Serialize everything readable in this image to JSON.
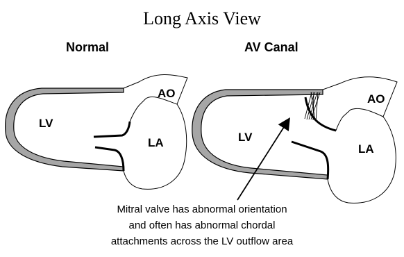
{
  "title": "Long Axis View",
  "normal": {
    "heading": "Normal",
    "labels": {
      "lv": "LV",
      "la": "LA",
      "ao": "AO"
    }
  },
  "av_canal": {
    "heading": "AV Canal",
    "labels": {
      "lv": "LV",
      "la": "LA",
      "ao": "AO"
    }
  },
  "caption": {
    "line1": "Mitral valve has abnormal orientation",
    "line2": "and often has abnormal chordal",
    "line3": "attachments across the LV outflow area"
  },
  "colors": {
    "wall_fill": "#a6a6a6",
    "stroke": "#000000",
    "background": "#ffffff"
  }
}
